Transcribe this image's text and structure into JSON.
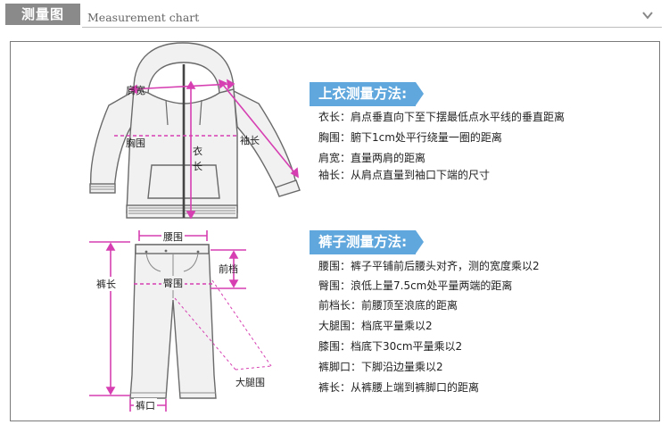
{
  "header": {
    "title": "测量图",
    "subtitle": "Measurement chart"
  },
  "jacket": {
    "labels": {
      "shoulder": "肩宽",
      "chest": "胸围",
      "sleeve": "袖长",
      "length_1": "衣",
      "length_2": "长"
    },
    "section_title": "上衣测量方法:",
    "items": [
      "衣长：肩点垂直向下至下摆最低点水平线的垂直距离",
      "胸围：腑下1cm处平行绕量一圈的距离",
      "肩宽：直量两肩的距离",
      "袖长：从肩点直量到袖口下端的尺寸"
    ]
  },
  "pants": {
    "labels": {
      "waist": "腰围",
      "rise": "前档",
      "hip": "臀围",
      "length": "裤长",
      "thigh": "大腿围",
      "hem": "裤口"
    },
    "section_title": "裤子测量方法:",
    "items": [
      "腰围：裤子平铺前后腰头对齐，测的宽度乘以2",
      "臀围：浪低上量7.5cm处平量两端的距离",
      "前档长：前腰顶至浪底的距离",
      "大腿围：档底平量乘以2",
      "膝围：档底下30cm平量乘以2",
      "裤脚口：下脚沿边量乘以2",
      "裤长：从裤腰上端到裤脚口的距离"
    ]
  },
  "colors": {
    "accent": "#5fa7dc",
    "measure": "#d63fb1",
    "header_tag": "#8a8a8a"
  }
}
